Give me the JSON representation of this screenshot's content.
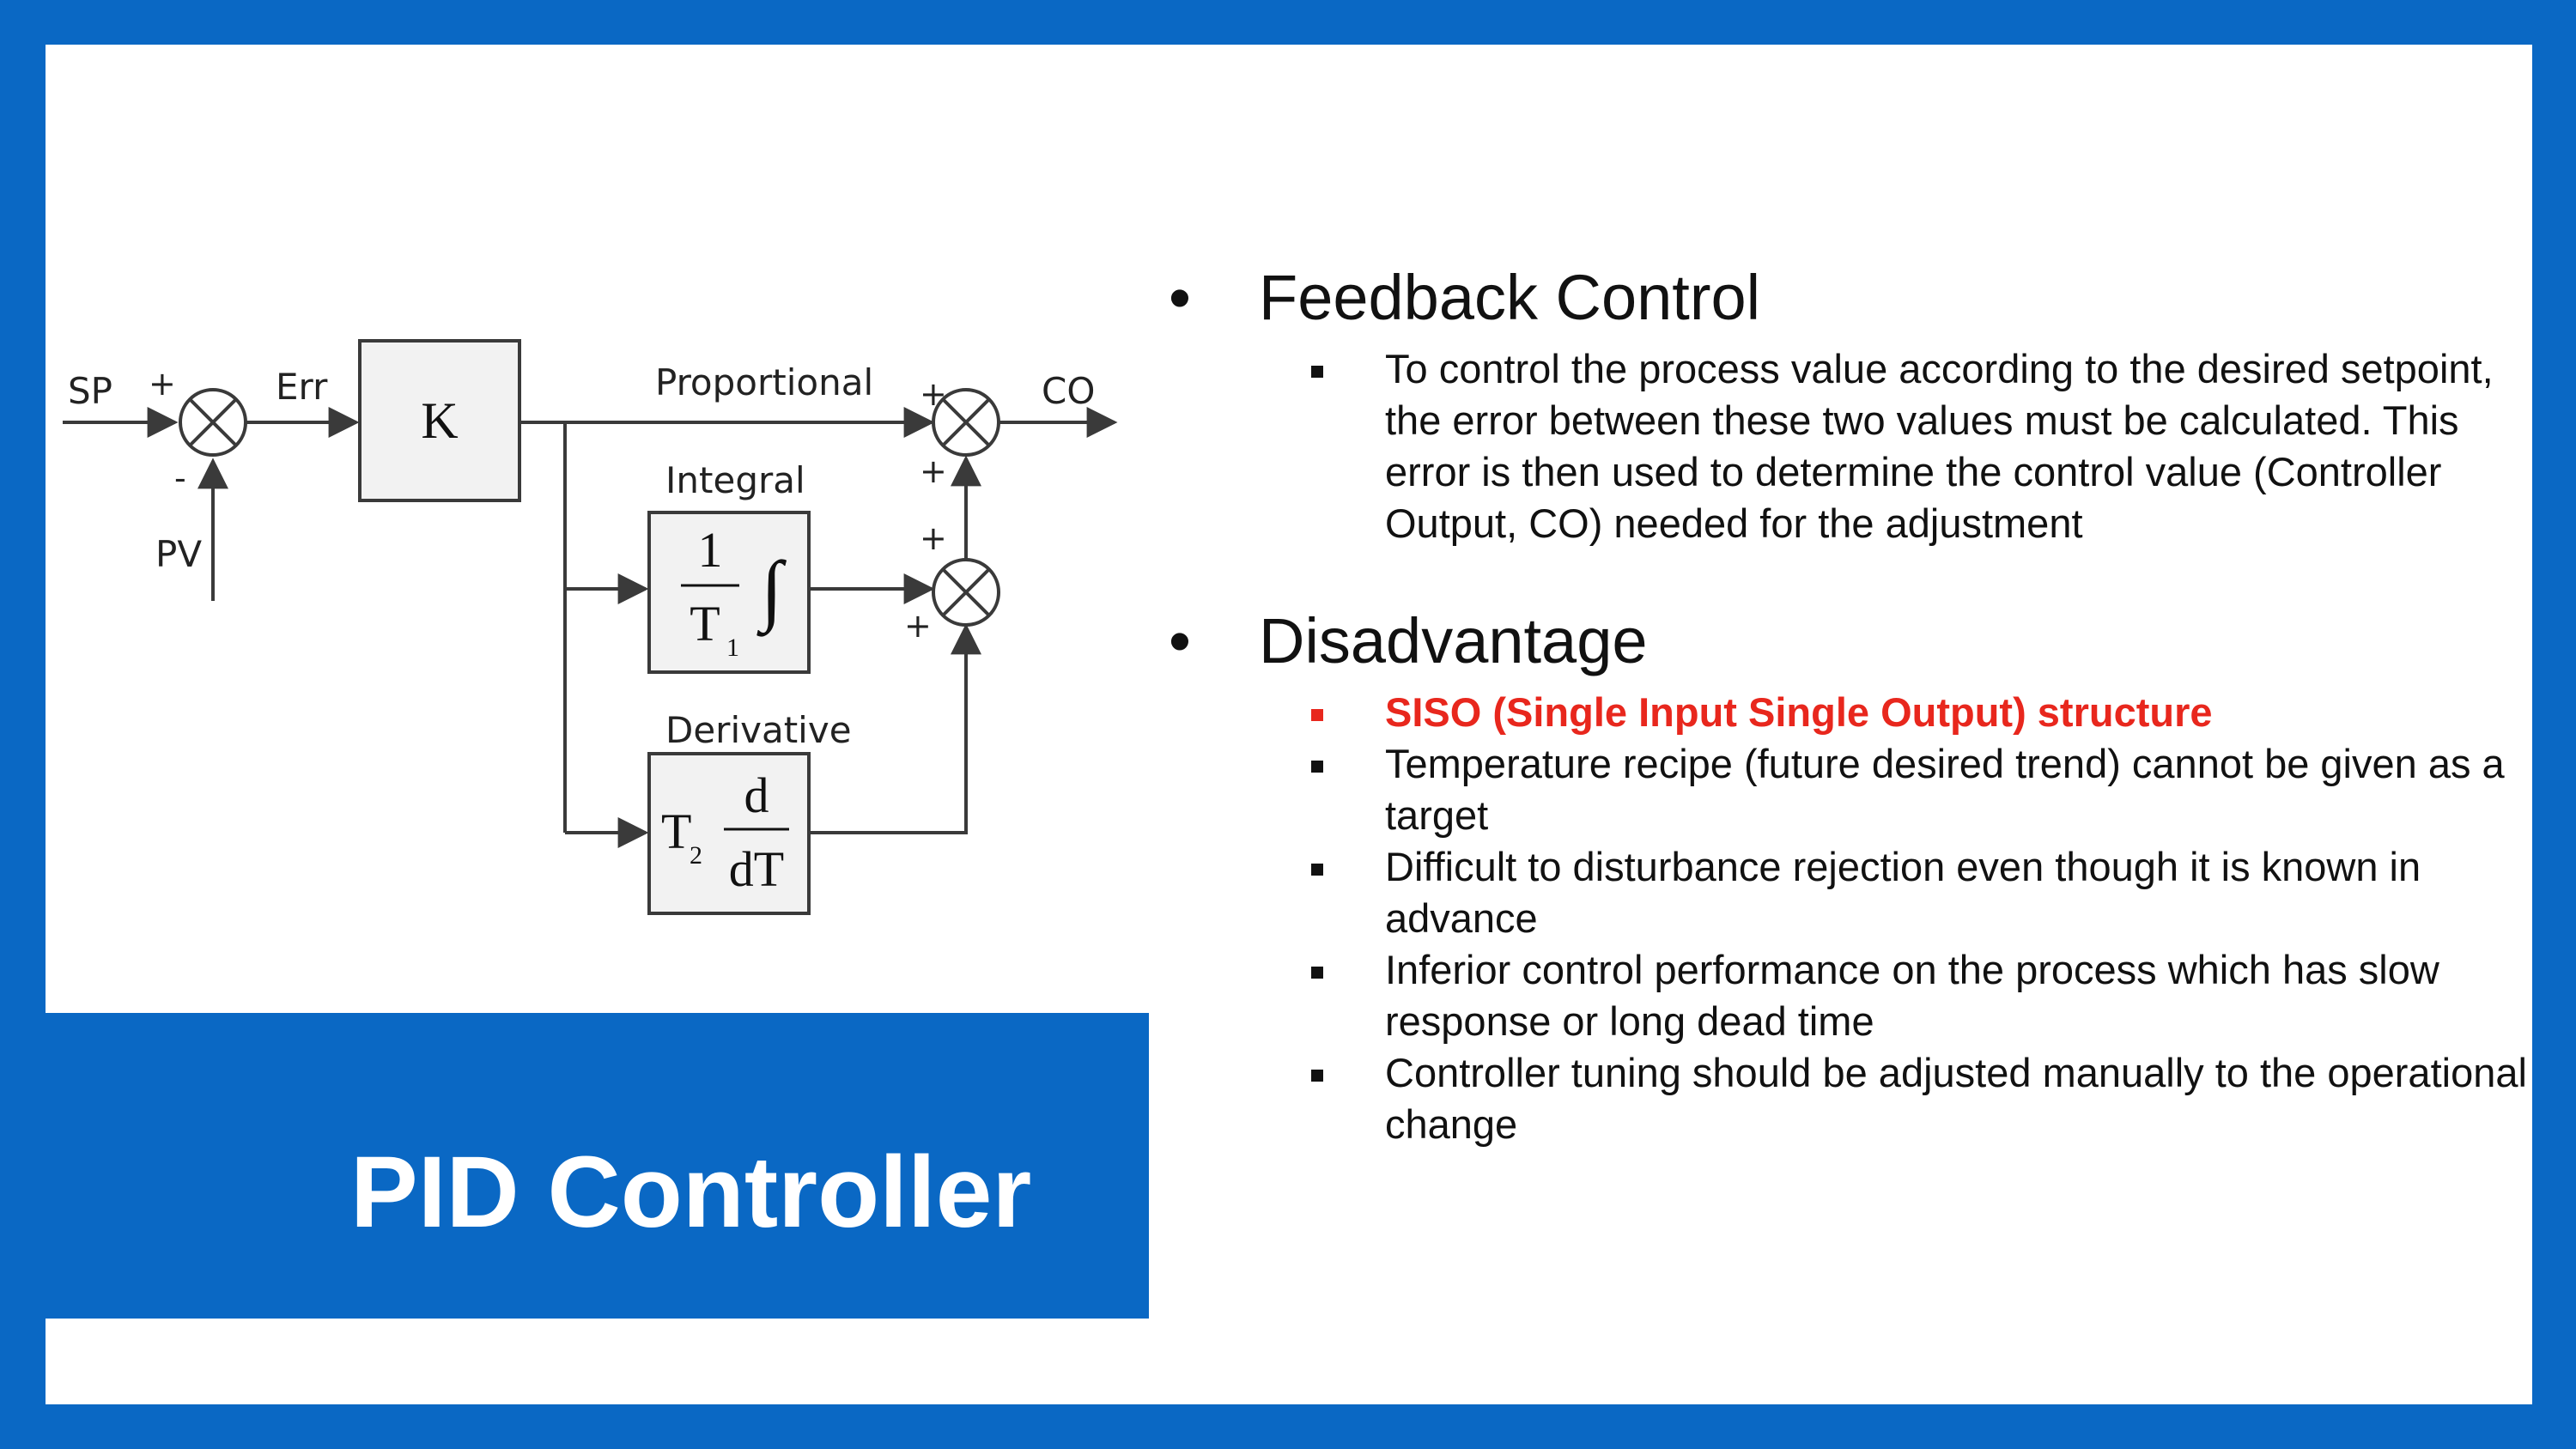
{
  "slide_title": "PID Controller",
  "colors": {
    "frame": "#0A68C4",
    "title_text": "#FFFFFF",
    "highlight": "#E8271D",
    "body_text": "#111111"
  },
  "diagram": {
    "sp": "SP",
    "pv": "PV",
    "err": "Err",
    "co": "CO",
    "plus": "+",
    "minus": "-",
    "k": "K",
    "proportional": "Proportional",
    "integral": "Integral",
    "derivative": "Derivative",
    "integral_block": {
      "num": "1",
      "den": "T",
      "sub": "1",
      "symbol": "∫"
    },
    "derivative_block": {
      "gain": "T",
      "sub": "2",
      "num": "d",
      "den": "dT"
    }
  },
  "sections": [
    {
      "heading": "Feedback Control",
      "items": [
        {
          "text": "To control the process value according to the desired setpoint, the error between these two values must be calculated. This error is then used to determine the control value (Controller Output, CO) needed for the adjustment",
          "highlight": false
        }
      ]
    },
    {
      "heading": "Disadvantage",
      "items": [
        {
          "text": "SISO (Single Input Single Output) structure",
          "highlight": true
        },
        {
          "text": "Temperature recipe (future desired trend) cannot be given as a target",
          "highlight": false
        },
        {
          "text": "Difficult to disturbance rejection even though it is known in advance",
          "highlight": false
        },
        {
          "text": "Inferior control performance on the process which has slow response or long dead time",
          "highlight": false
        },
        {
          "text": "Controller tuning should be adjusted manually to the operational change",
          "highlight": false
        }
      ]
    }
  ]
}
